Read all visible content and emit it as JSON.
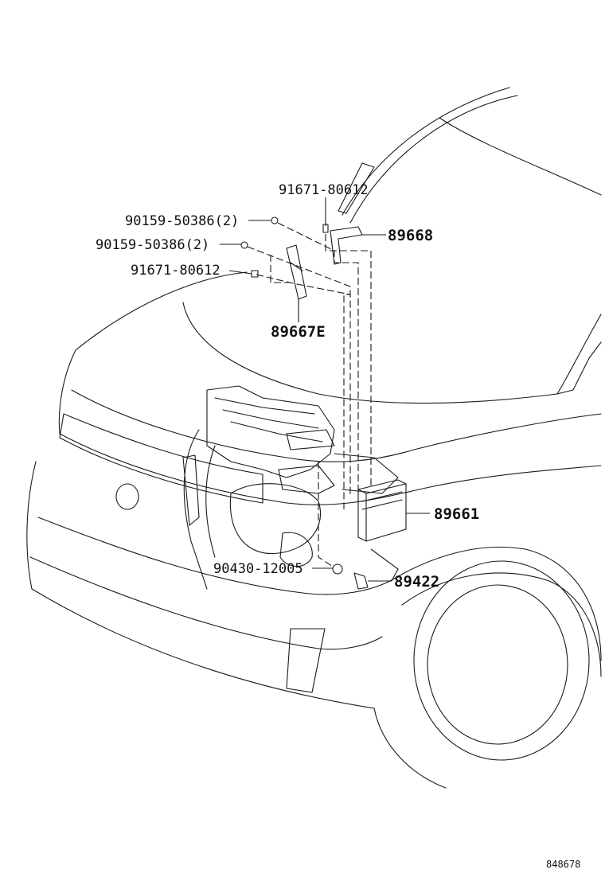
{
  "diagram": {
    "callouts": {
      "c_91671_top": "91671-80612",
      "c_89668": "89668",
      "c_90159_a": "90159-50386(2)",
      "c_90159_b": "90159-50386(2)",
      "c_91671_left": "91671-80612",
      "c_89667e": "89667E",
      "c_89661": "89661",
      "c_90430": "90430-12005",
      "c_89422": "89422"
    },
    "illustration_code": "848678"
  }
}
